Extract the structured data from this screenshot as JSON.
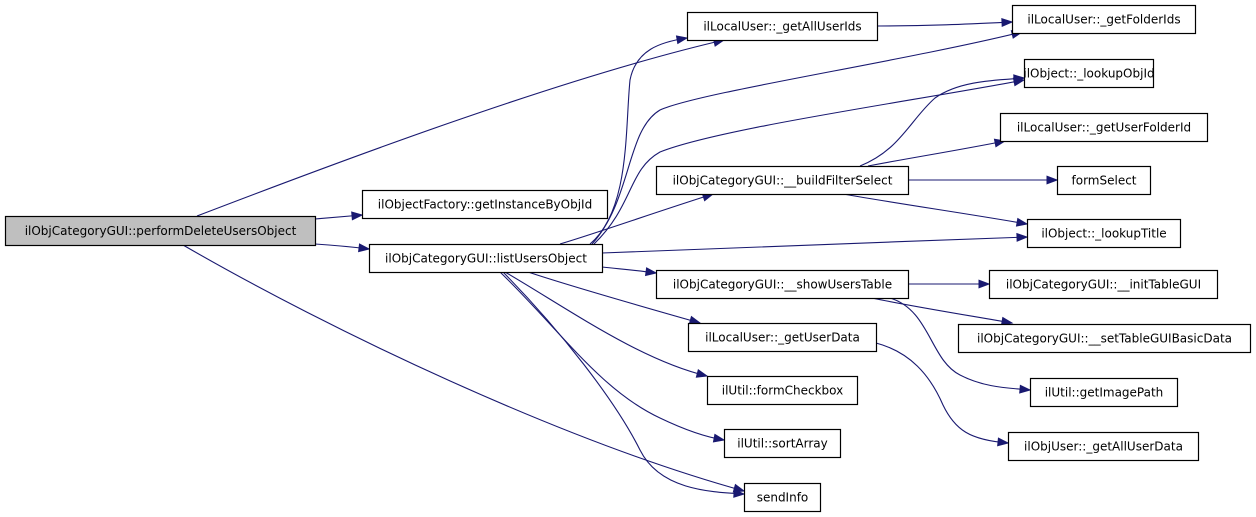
{
  "diagram": {
    "type": "call-graph",
    "colors": {
      "edge": "#191970",
      "root_fill": "#bfbfbf",
      "node_fill": "#ffffff",
      "border": "#000000"
    },
    "nodes": [
      {
        "id": "root",
        "label": "ilObjCategoryGUI::performDeleteUsersObject",
        "root": true
      },
      {
        "id": "getInstanceByObjId",
        "label": "ilObjectFactory::getInstanceByObjId"
      },
      {
        "id": "listUsersObject",
        "label": "ilObjCategoryGUI::listUsersObject"
      },
      {
        "id": "getAllUserIds",
        "label": "ilLocalUser::_getAllUserIds"
      },
      {
        "id": "getFolderIds",
        "label": "ilLocalUser::_getFolderIds"
      },
      {
        "id": "lookupObjId",
        "label": "ilObject::_lookupObjId"
      },
      {
        "id": "getUserFolderId",
        "label": "ilLocalUser::_getUserFolderId"
      },
      {
        "id": "buildFilterSelect",
        "label": "ilObjCategoryGUI::__buildFilterSelect"
      },
      {
        "id": "formSelect",
        "label": "formSelect"
      },
      {
        "id": "lookupTitle",
        "label": "ilObject::_lookupTitle"
      },
      {
        "id": "showUsersTable",
        "label": "ilObjCategoryGUI::__showUsersTable"
      },
      {
        "id": "initTableGUI",
        "label": "ilObjCategoryGUI::__initTableGUI"
      },
      {
        "id": "setTableGUIBasicData",
        "label": "ilObjCategoryGUI::__setTableGUIBasicData"
      },
      {
        "id": "getUserData",
        "label": "ilLocalUser::_getUserData"
      },
      {
        "id": "getImagePath",
        "label": "ilUtil::getImagePath"
      },
      {
        "id": "formCheckbox",
        "label": "ilUtil::formCheckbox"
      },
      {
        "id": "getAllUserData",
        "label": "ilObjUser::_getAllUserData"
      },
      {
        "id": "sortArray",
        "label": "ilUtil::sortArray"
      },
      {
        "id": "sendInfo",
        "label": "sendInfo"
      }
    ],
    "edges": [
      {
        "from": "root",
        "to": "getAllUserIds"
      },
      {
        "from": "root",
        "to": "getInstanceByObjId"
      },
      {
        "from": "root",
        "to": "listUsersObject"
      },
      {
        "from": "root",
        "to": "sendInfo"
      },
      {
        "from": "listUsersObject",
        "to": "getAllUserIds"
      },
      {
        "from": "listUsersObject",
        "to": "getFolderIds"
      },
      {
        "from": "listUsersObject",
        "to": "lookupObjId"
      },
      {
        "from": "listUsersObject",
        "to": "buildFilterSelect"
      },
      {
        "from": "listUsersObject",
        "to": "lookupTitle"
      },
      {
        "from": "listUsersObject",
        "to": "showUsersTable"
      },
      {
        "from": "listUsersObject",
        "to": "getUserData"
      },
      {
        "from": "listUsersObject",
        "to": "formCheckbox"
      },
      {
        "from": "listUsersObject",
        "to": "sortArray"
      },
      {
        "from": "listUsersObject",
        "to": "sendInfo"
      },
      {
        "from": "getAllUserIds",
        "to": "getFolderIds"
      },
      {
        "from": "buildFilterSelect",
        "to": "lookupObjId"
      },
      {
        "from": "buildFilterSelect",
        "to": "getUserFolderId"
      },
      {
        "from": "buildFilterSelect",
        "to": "formSelect"
      },
      {
        "from": "buildFilterSelect",
        "to": "lookupTitle"
      },
      {
        "from": "showUsersTable",
        "to": "initTableGUI"
      },
      {
        "from": "showUsersTable",
        "to": "setTableGUIBasicData"
      },
      {
        "from": "showUsersTable",
        "to": "getImagePath"
      },
      {
        "from": "getUserData",
        "to": "getAllUserData"
      }
    ]
  }
}
